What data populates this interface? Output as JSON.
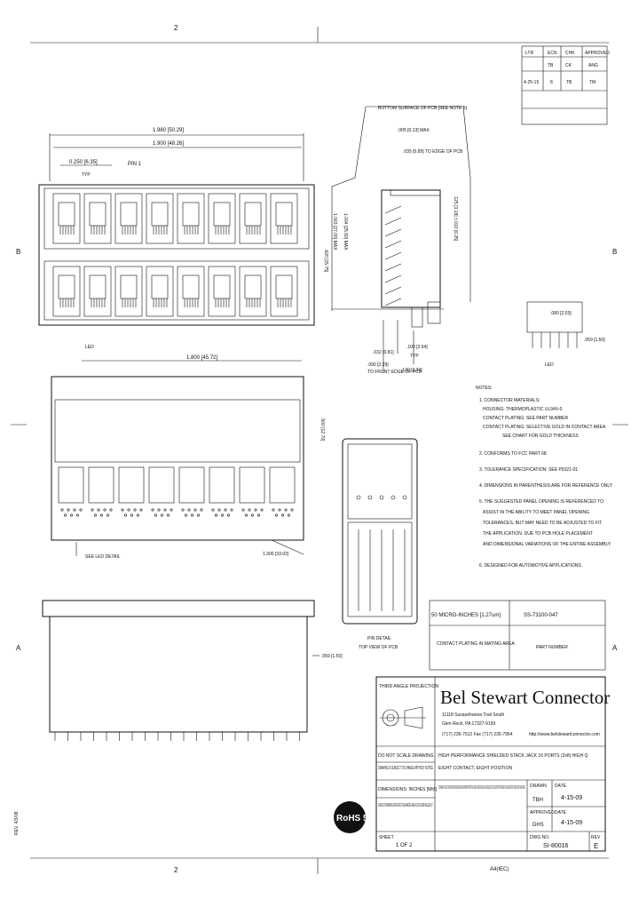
{
  "zones": {
    "top": "2",
    "bottom": "2",
    "left_b": "B",
    "right_b": "B",
    "left_a": "A",
    "right_a": "A"
  },
  "revision_table": {
    "headers": [
      "LTR",
      "ECN",
      "CHK",
      "APPROVED"
    ],
    "rows": [
      [
        "",
        "TB",
        "CK",
        "ANG"
      ],
      [
        "4-25-15",
        "8",
        "TB",
        "TM"
      ]
    ]
  },
  "dimensions": {
    "overall_width": "1.980 [50.29]",
    "inner_width": "1.900 [48.26]",
    "pitch": "0.250 [6.35]",
    "pitch_typ": "TYP",
    "pin1": "PIN 1",
    "bottom_width": "1.800 [45.72]",
    "side_bottom": "BOTTOM SURFACE OF PCB [SEE NOTE 5]",
    "side_max": ".005 [0.13] MAX",
    "side_tab": ".035 [0.89] TO EDGE OF PCB",
    "height_1": "1.063 [27.00] MAX",
    "height_2": "1.004 [25.50] MAX",
    "height_3": ".125 [3.18] ±.010 [0.25]",
    "lead_1": ".032 [0.81]",
    "lead_2": ".100 [2.54]",
    "lead_3": ".090 [2.29]",
    "lead_typ": "TYP",
    "pcb_edge": "TO FRONT EDGE OF PCB",
    "lead_4": ".130 [3.30]",
    "led_dim": ".080 [2.03]",
    "led_label": "LED",
    "led_pcb": ".059 [1.50]",
    "left_note": "SEE LED DETAIL",
    "right_height": ".620 [15.75]",
    "bottom_right": "1.300 [33.02]",
    "front_right": ".500 [12.70]",
    "detail_label": "PIN DETAIL",
    "detail_sub": "TOP VIEW OF PCB"
  },
  "notes": [
    "NOTES:",
    "1. CONNECTOR MATERIALS:",
    "HOUSING: THERMOPLASTIC UL94V-0",
    "CONTACT PLATING: SEE PART NUMBER",
    "CONTACT PLATING: SELECTIVE GOLD IN CONTACT AREA",
    "SEE CHART FOR GOLD THICKNESS",
    "2. CONFORMS TO FCC PART 68",
    "3. TOLERANCE SPECIFICATION: SEE P0321-01",
    "4. DIMENSIONS IN PARENTHESIS ARE FOR REFERENCE ONLY",
    "5. THE SUGGESTED PANEL OPENING IS REFERENCED TO",
    "ASSIST IN THE ABILITY TO MEET PANEL OPENING",
    "TOLERANCES, BUT MAY NEED TO BE ADJUSTED TO FIT",
    "THE APPLICATION. DUE TO PCB HOLE PLACEMENT",
    "AND DIMENSIONAL VARIATIONS OF THE ENTIRE ASSEMBLY",
    "6. DESIGNED FOR AUTOMOTIVE APPLICATIONS"
  ],
  "part_table": {
    "row1_left": "50 MICRO-INCHES [1.27um]",
    "row1_right": "SS-73100-047",
    "row2_left": "CONTACT PLATING IN MATING AREA",
    "row2_right": "PART NUMBER"
  },
  "title_block": {
    "projection": "THIRD ANGLE PROJECTION",
    "company": "Bel Stewart Connector",
    "address_1": "11118 Susquehanna Trail South",
    "address_2": "Glen Rock, PA 17327-9199",
    "phone": "(717) 235-7512  Fax (717) 235-7954",
    "web": "http://www.belstewartconnector.com",
    "do_not_scale": "DO NOT SCALE DRAWING",
    "change_notice": "DRAWING IS SUBJECT TO CHANGE WITHOUT NOTICE",
    "title_1": "HIGH PERFORMANCE SHIELDED STACK JACK 16 PORTS (2x8) HIGH Q",
    "title_2": "EIGHT CONTACT, EIGHT POSITION",
    "dims_in": "DIMENSIONS: INCHES [MM]",
    "tolerances": "UNLESS OTHERWISE SPECIFIED TOLERANCES ARE AS FOLLOWS ANGLES ±1°",
    "proprietary": "THIS DRAWING AND THE SUBJECT MATTER SHOWN THEREON ARE CONFIDENTIAL AND THE PROPRIETARY PROPERTY OF BEL STEWART CONNECTOR AND SHALL NOT BE REPRODUCED, COPIED, OR USED WITHOUT WRITTEN CONSENT OF BEL STEWART CONNECTOR. THE SUBJECT MATTER MAY BE PATENTED.",
    "drawn_label": "DRAWN",
    "drawn_by": "TBH",
    "drawn_date_label": "DATE",
    "drawn_date": "4-15-09",
    "approved_label": "APPROVED",
    "approved_by": "DHS",
    "approved_date_label": "DATE",
    "approved_date": "4-15-09",
    "sheet_label": "SHEET",
    "sheet": "1 OF 2",
    "dwg_label": "DWG NO.",
    "dwg_no": "SI-80016",
    "rev_label": "REV",
    "rev": "E",
    "rohs": "RoHS 5",
    "side_text": "REV. 4/3/08",
    "a4": "A4(IEC)"
  }
}
